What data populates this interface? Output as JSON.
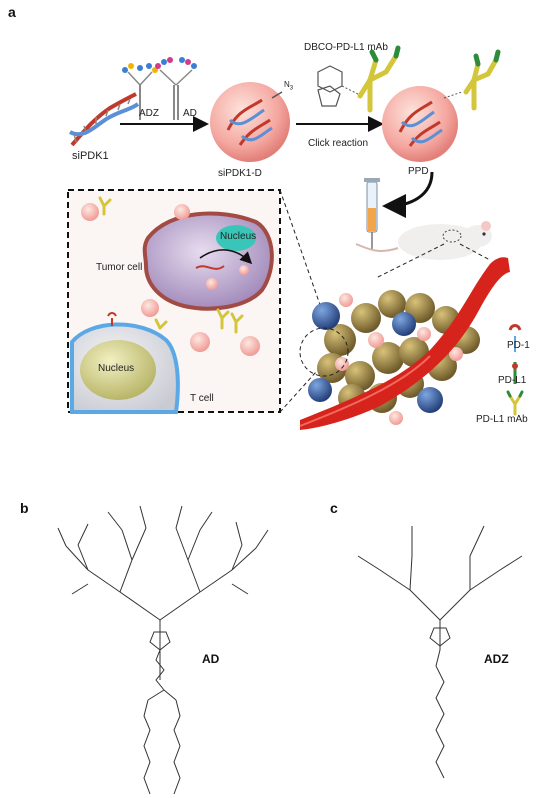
{
  "figure": {
    "panel_a": {
      "letter": "a",
      "labels": {
        "sipdk1": "siPDK1",
        "adz": "ADZ",
        "ad": "AD",
        "n3": "N",
        "n3_sub": "3",
        "sipdk1_d": "siPDK1-D",
        "dbco_mab": "DBCO-PD-L1 mAb",
        "click_reaction": "Click reaction",
        "ppd": "PPD",
        "nucleus_tumor": "Nucleus",
        "tumor_cell": "Tumor cell",
        "nucleus_t": "Nucleus",
        "t_cell": "T cell",
        "pd1": "PD-1",
        "pdl1": "PD-L1",
        "pdl1_mab": "PD-L1 mAb"
      }
    },
    "panel_b": {
      "letter": "b",
      "label": "AD"
    },
    "panel_c": {
      "letter": "c",
      "label": "ADZ"
    }
  },
  "colors": {
    "nanoparticle": "#f4a7a0",
    "nanoparticle_core": "#fde3dc",
    "dna_red": "#c0392b",
    "dna_blue": "#5b8fd6",
    "antibody_yellow": "#d4c63a",
    "antibody_green": "#2e8b3a",
    "vessel_red": "#d6231b",
    "tumor_cell": "#b7a2c9",
    "nucleus_cyan": "#39c6b8",
    "t_cell": "#5aa9e6",
    "t_nucleus": "#d9d78a"
  }
}
